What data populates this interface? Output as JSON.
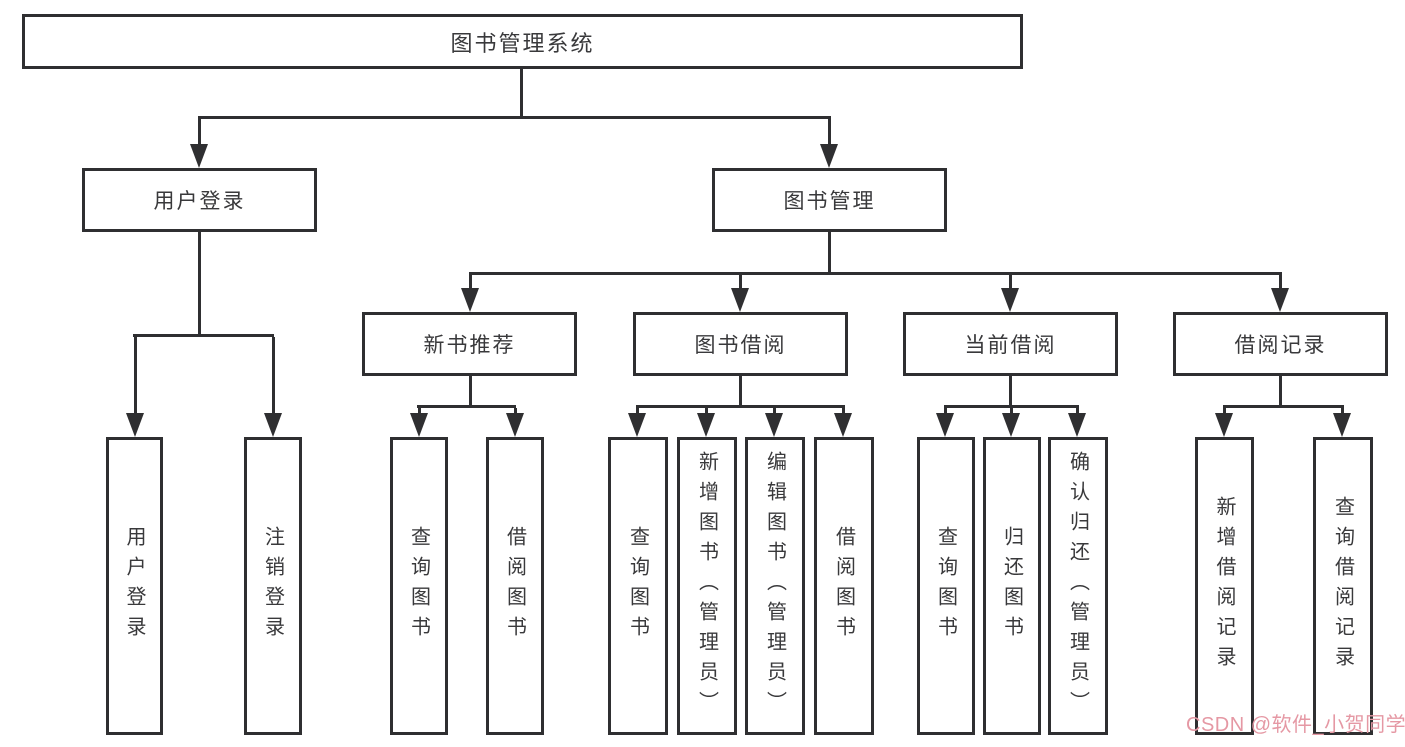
{
  "colors": {
    "line": "#2f2f31",
    "text": "#39393b",
    "background": "#ffffff"
  },
  "watermark": {
    "text": "CSDN @软件_小贺同学",
    "color": "#e598a4"
  },
  "diagram": {
    "root": "图书管理系统",
    "user_login": "用户登录",
    "book_management": "图书管理",
    "new_books": "新书推荐",
    "book_borrowing": "图书借阅",
    "current_borrowing": "当前借阅",
    "borrow_records": "借阅记录",
    "leaves": {
      "user_login": [
        "用户登录",
        "注销登录"
      ],
      "new_books": [
        "查询图书",
        "借阅图书"
      ],
      "book_borrowing": [
        "查询图书",
        "新增图书（管理员）",
        "编辑图书（管理员）",
        "借阅图书"
      ],
      "current_borrowing": [
        "查询图书",
        "归还图书",
        "确认归还（管理员）"
      ],
      "borrow_records": [
        "新增借阅记录",
        "查询借阅记录"
      ]
    }
  }
}
